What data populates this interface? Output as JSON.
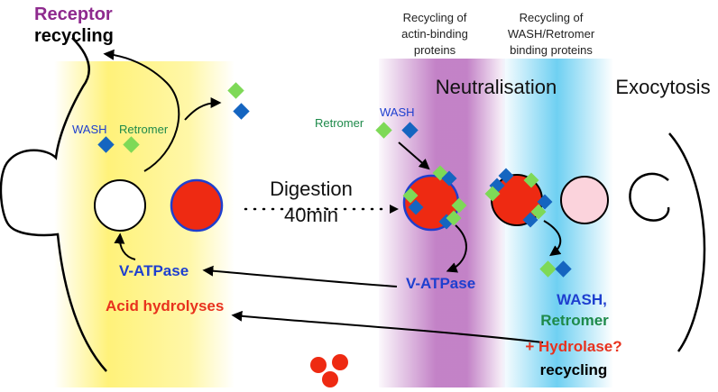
{
  "labels": {
    "receptor_recycling_1": "Receptor",
    "receptor_recycling_2": "recycling",
    "recycling_actin_1": "Recycling of",
    "recycling_actin_2": "actin-binding",
    "recycling_actin_3": "proteins",
    "recycling_wash_1": "Recycling of",
    "recycling_wash_2": "WASH/Retromer",
    "recycling_wash_3": "binding proteins",
    "neutralisation": "Neutralisation",
    "exocytosis": "Exocytosis",
    "wash_left": "WASH",
    "retromer_left": "Retromer",
    "retromer_mid": "Retromer",
    "wash_mid": "WASH",
    "digestion": "Digestion",
    "digestion_time": "40min",
    "vatpase_left": "V-ATPase",
    "acid_hydrolases": "Acid hydrolyses",
    "vatpase_mid": "V-ATPase",
    "wash_recycle": "WASH,",
    "retromer_recycle": "Retromer",
    "hydrolase_q": "+ Hydrolase?",
    "recycling_bottom": "recycling"
  },
  "colors": {
    "purple_text": "#8e2a8e",
    "blue_text": "#1e3fcf",
    "green_text": "#1e8a4a",
    "red_text": "#e8321e",
    "wash_blue": "#1565c0",
    "retromer_green": "#7ed957",
    "lysosome_red": "#ee2a12",
    "pink_vesicle": "#fbd3dc",
    "yellow_band": "#fff27a",
    "purple_band": "#c07cc4",
    "cyan_band": "#6fd0f2"
  }
}
